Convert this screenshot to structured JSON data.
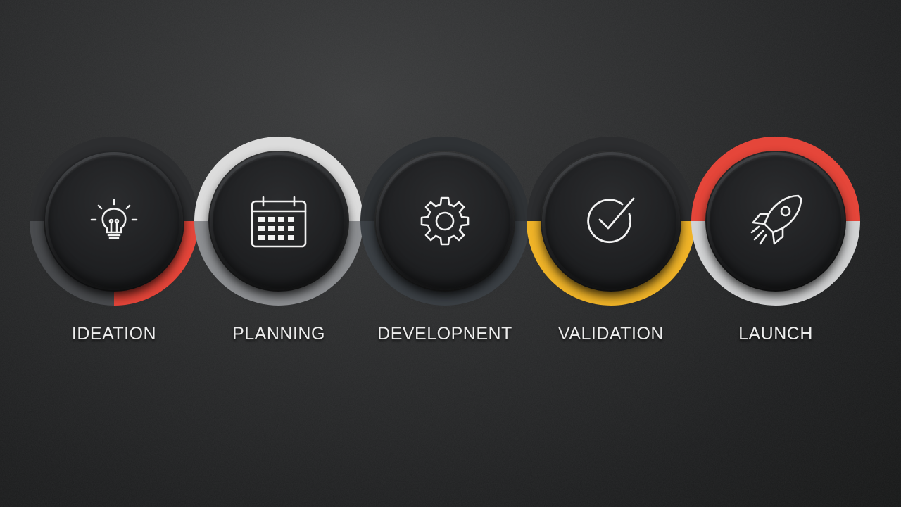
{
  "steps": [
    {
      "label": "IDEATION",
      "icon": "lightbulb-icon",
      "accent": "#e5463a",
      "accent_name": "red"
    },
    {
      "label": "PLANNING",
      "icon": "calendar-icon",
      "accent": "#d6d6d6",
      "accent_name": "light-gray"
    },
    {
      "label": "DEVELOPNENT",
      "icon": "gear-icon",
      "accent": "#3c4146",
      "accent_name": "dark-slate"
    },
    {
      "label": "VALIDATION",
      "icon": "checkmark-icon",
      "accent": "#f0b429",
      "accent_name": "yellow"
    },
    {
      "label": "LAUNCH",
      "icon": "rocket-icon",
      "accent": "#e5463a",
      "accent_name": "red"
    }
  ],
  "colors": {
    "background": "#222324",
    "ring_dark": "#2c2d2f",
    "ring_gray": "#8a8c8e",
    "label_text": "#ececec",
    "icon_stroke": "#f2f2f2"
  }
}
